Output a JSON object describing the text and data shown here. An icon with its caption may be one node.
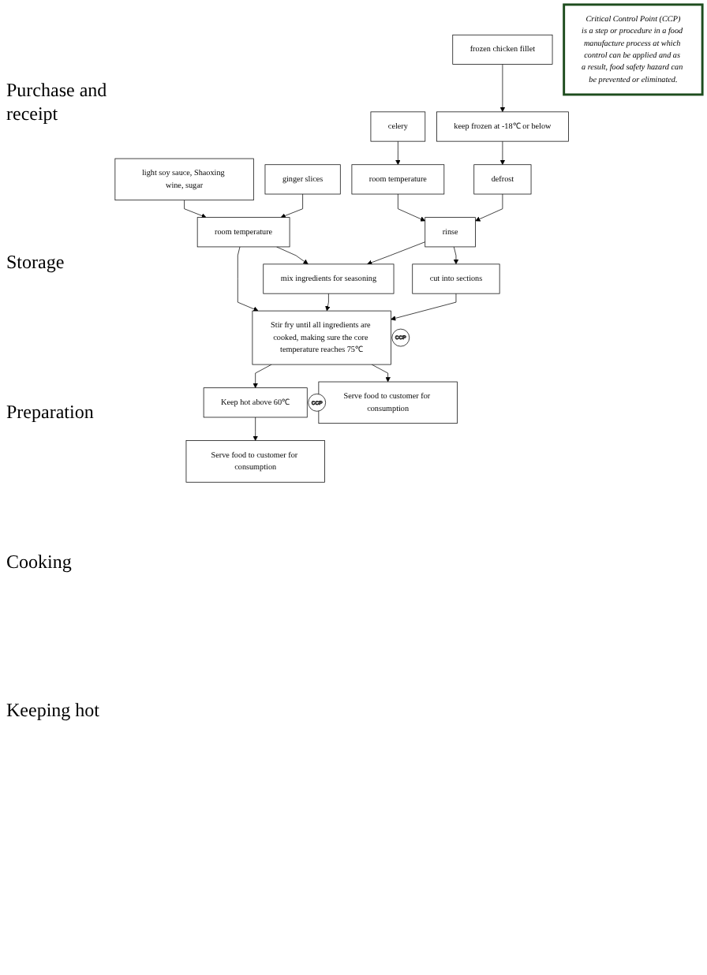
{
  "diagram": {
    "nodes": [
      {
        "text": [
          "celery"
        ]
      },
      {
        "text": [
          "frozen chicken fillet"
        ]
      },
      {
        "text": [
          "light soy sauce, Shaoxing wine, sugar"
        ]
      },
      {
        "text": [
          "ginger slices"
        ]
      },
      {
        "text": [
          "room temperature"
        ]
      },
      {
        "text": [
          "keep frozen at -18℃ or below"
        ]
      },
      {
        "text": [
          "room temperature"
        ]
      },
      {
        "text": [
          "defrost"
        ]
      },
      {
        "text": [
          "rinse"
        ]
      },
      {
        "text": [
          "cut into sections"
        ]
      },
      {
        "text": [
          "mix ingredients for seasoning"
        ]
      },
      {
        "text": [
          "Stir fry until all ingredients are cooked, making sure the core temperature reaches 75℃"
        ],
        "beside": [
          "CCP"
        ]
      },
      {
        "text": [
          "Serve food to customer for consumption"
        ]
      },
      {
        "text": [
          "Keep hot above 60℃"
        ],
        "beside": [
          "CCP"
        ]
      },
      {
        "text": [
          "Serve food to customer for consumption"
        ]
      },
      {
        "text": [
          "Critical Control Point (CCP)",
          "is a step or procedure in a food manufacture process at which control can be applied and as a result, food safety hazard can be prevented or eliminated."
        ]
      }
    ],
    "edges": [
      {
        "from": 0,
        "to": 4,
        "arrow": "to"
      },
      {
        "from": 1,
        "to": 5,
        "arrow": "to"
      },
      {
        "from": 2,
        "to": 6,
        "arrow": "to"
      },
      {
        "from": 3,
        "to": 6,
        "arrow": "to"
      },
      {
        "from": 4,
        "to": 8,
        "arrow": "to"
      },
      {
        "from": 5,
        "to": 7,
        "arrow": "to"
      },
      {
        "from": 7,
        "to": 8,
        "arrow": "to"
      },
      {
        "from": 8,
        "to": 9,
        "arrow": "to"
      },
      {
        "from": 8,
        "to": 10,
        "arrow": "to"
      },
      {
        "from": 6,
        "to": 10,
        "arrow": "to"
      },
      {
        "from": 6,
        "to": 11,
        "arrow": "to"
      },
      {
        "from": 9,
        "to": 11,
        "arrow": "to"
      },
      {
        "from": 10,
        "to": 11,
        "arrow": "to"
      },
      {
        "from": 11,
        "to": 12,
        "arrow": "to"
      },
      {
        "from": 11,
        "to": 13,
        "arrow": "to"
      },
      {
        "from": 13,
        "to": 14,
        "arrow": "to"
      }
    ],
    "labels": [
      "Purchase and receipt",
      "Storage",
      "Preparation",
      "Cooking",
      "Keeping hot"
    ]
  }
}
